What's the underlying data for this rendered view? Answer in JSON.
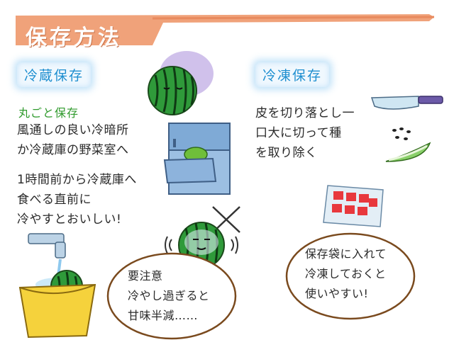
{
  "header": {
    "title": "保存方法"
  },
  "refrigerated": {
    "tag": "冷蔵保存",
    "subhead": "丸ごと保存",
    "lines": [
      "風通しの良い冷暗所",
      "か冷蔵庫の野菜室へ",
      "1時間前から冷蔵庫へ",
      "食べる直前に",
      "冷やすとおいしい!"
    ],
    "warning": [
      "要注意",
      "冷やし過ぎると",
      "甘味半減……"
    ]
  },
  "frozen": {
    "tag": "冷凍保存",
    "lines": [
      "皮を切り落とし一",
      "口大に切って種",
      "を取り除く"
    ],
    "bubble": [
      "保存袋に入れて",
      "冷凍しておくと",
      "使いやすい!"
    ]
  },
  "colors": {
    "banner": "#f0a27a",
    "tag_text": "#1f8fd0",
    "subhead": "#2f9a2c",
    "bubble_outline": "#7a4a1e",
    "fridge": "#6f9ac7",
    "bucket": "#f5d23c",
    "watermelon_flesh": "#e8383d"
  }
}
